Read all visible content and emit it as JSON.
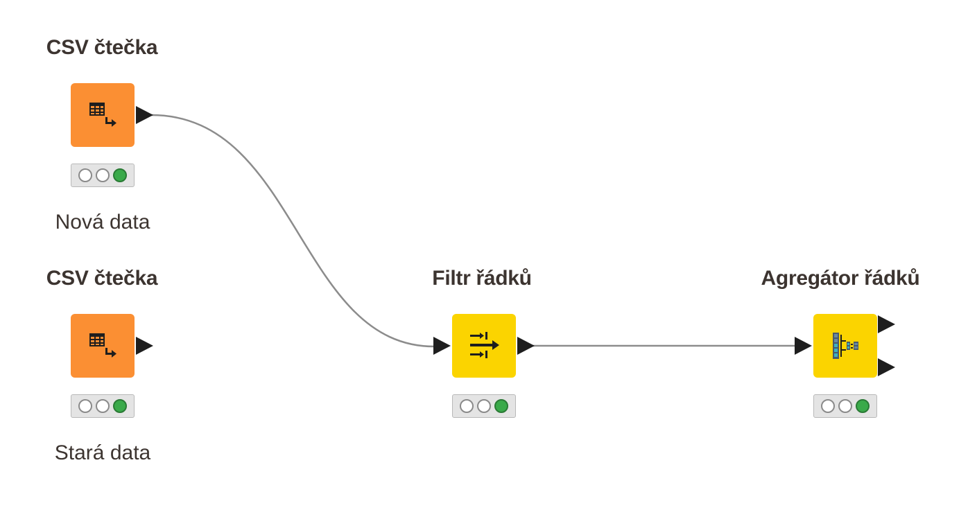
{
  "nodes": {
    "csv_reader_new": {
      "title": "CSV čtečka",
      "label": "Nová data",
      "status": [
        "off",
        "off",
        "on"
      ],
      "color": "#fb8f33",
      "icon": "table-arrow-icon"
    },
    "csv_reader_old": {
      "title": "CSV čtečka",
      "label": "Stará data",
      "status": [
        "off",
        "off",
        "on"
      ],
      "color": "#fb8f33",
      "icon": "table-arrow-icon"
    },
    "row_filter": {
      "title": "Filtr řádků",
      "status": [
        "off",
        "off",
        "on"
      ],
      "color": "#fbd400",
      "icon": "filter-arrows-icon"
    },
    "row_aggregator": {
      "title": "Agregátor řádků",
      "status": [
        "off",
        "off",
        "on"
      ],
      "color": "#fbd400",
      "icon": "aggregate-icon"
    }
  },
  "connections": [
    {
      "from": "csv_reader_new",
      "to": "row_filter"
    },
    {
      "from": "row_filter",
      "to": "row_aggregator"
    }
  ]
}
